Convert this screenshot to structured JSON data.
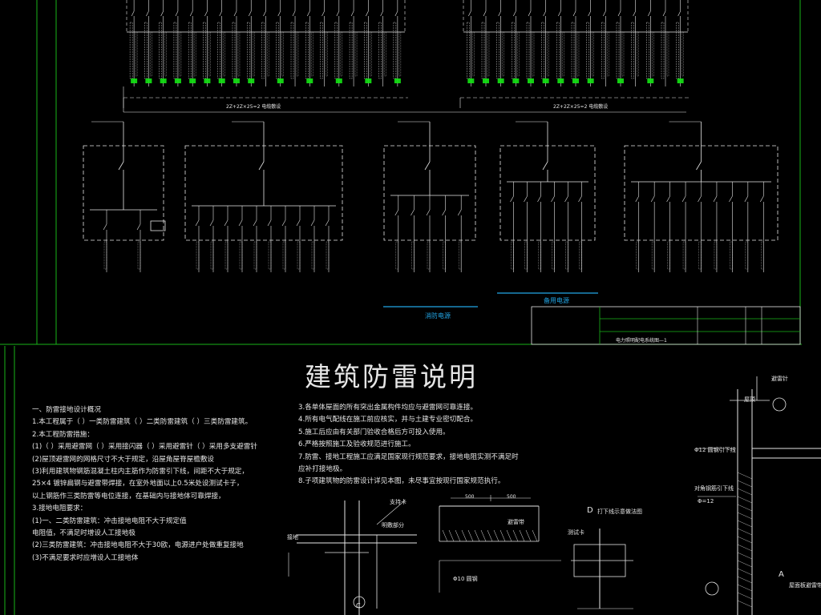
{
  "colors": {
    "background": "#000000",
    "line": "#e6e6e6",
    "frame": "#19b419",
    "cyan": "#22a6e6",
    "highlight": "#14e614",
    "watermark": "#3a3a3a"
  },
  "title": "建筑防雷说明",
  "top_panel_left_bus_label": "2Z+2Z×25=2 电缆敷设",
  "top_panel_right_bus_label": "2Z+2Z×25=2 电缆敷设",
  "cyan_label_fire": "消防电源",
  "cyan_label_standby": "备用电源",
  "title_block_caption": "电力照明配电系统图—1",
  "notes_left": [
    "一、防雷接地设计概况",
    "1.本工程属于（ ）一类防雷建筑（ ）二类防雷建筑（ ）三类防雷建筑。",
    "2.本工程防雷措施：",
    "(1)（ ）采用避雷网（ ）采用接闪器（ ）采用避雷针（ ）采用多支避雷针",
    "(2)屋顶避雷网的网格尺寸不大于规定，沿屋角屋脊屋檐敷设",
    "(3)利用建筑物钢筋混凝土柱内主筋作为防雷引下线，间距不大于规定，",
    "25×4 镀锌扁钢与避雷带焊接，在室外地面以上0.5米处设测试卡子，",
    "以上钢筋作三类防雷等电位连接，在基础内与接地体可靠焊接，",
    "3.接地电阻要求：",
    "(1)一、二类防雷建筑：冲击接地电阻不大于规定值",
    "电阻值，不满足时增设人工接地极",
    "(2)三类防雷建筑：冲击接地电阻不大于30欧，电源进户处做重复接地",
    "(3)不满足要求时应增设人工接地体"
  ],
  "notes_right": [
    "3.各单体屋面的所有突出金属构件均应与避雷网可靠连接。",
    "4.所有电气配线在施工前应核实，并与土建专业密切配合。",
    "5.施工后应由有关部门验收合格后方可投入使用。",
    "6.严格按照施工及验收规范进行施工。",
    "7.防雷、接地工程施工应满足国家现行规范要求，接地电阻实测不满足时",
    "  应补打接地极。",
    "8.子项建筑物的防雷设计详见本图，未尽事宜按现行国家规范执行。"
  ],
  "detail_labels": {
    "ground_a": "接地",
    "ground_b": "明敷部分",
    "rod_1": "Φ10 圆钢",
    "strip_label": "避雷带",
    "dim_1": "500",
    "dim_2": "500",
    "phi12": "Φ12  圆钢引下线",
    "phi12b": "Φ=12",
    "lightning_rod": "避雷针",
    "detail_d": "D",
    "detail_d_title": "打下线示意做法图",
    "detail_a": "A",
    "detail_a_title": "屋面板避雷带做法",
    "circle_c": "C",
    "support_note": "支持卡",
    "test_card": "测试卡",
    "wall_note": "对角钢筋引下线",
    "roof_note": "屋顶"
  }
}
